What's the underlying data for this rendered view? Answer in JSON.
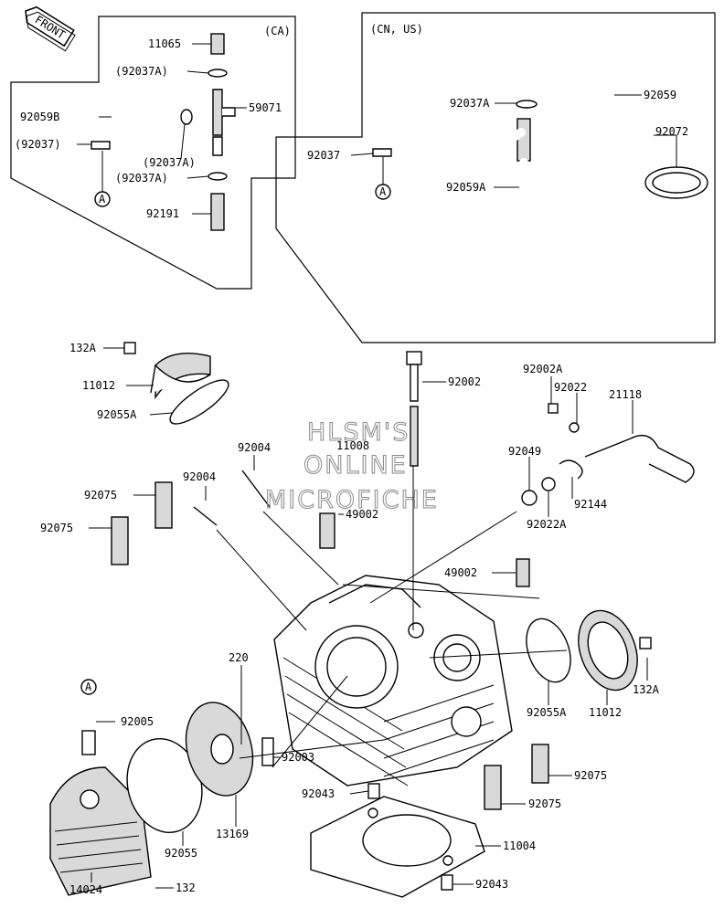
{
  "front_badge": "FRONT",
  "box_ca": {
    "region": "(CA)"
  },
  "box_cn": {
    "region": "(CN, US)"
  },
  "connector_ref": "A",
  "watermark": [
    "HLSM'S",
    "ONLINE",
    "MICROFICHE"
  ],
  "labels": {
    "l_11065": "11065",
    "l_92037A_ca1": "(92037A)",
    "l_92059B": "92059B",
    "l_59071": "59071",
    "l_92037_ca": "(92037)",
    "l_92037A_ca2": "(92037A)",
    "l_92037A_ca3": "(92037A)",
    "l_92191": "92191",
    "l_92037A_cn": "92037A",
    "l_92059": "92059",
    "l_92072": "92072",
    "l_92037_cn": "92037",
    "l_92059A": "92059A",
    "l_132A_1": "132A",
    "l_11012_1": "11012",
    "l_92055A_1": "92055A",
    "l_92002": "92002",
    "l_11008": "11008",
    "l_92002A": "92002A",
    "l_92022": "92022",
    "l_21118": "21118",
    "l_92004_1": "92004",
    "l_92049": "92049",
    "l_92004_2": "92004",
    "l_92075_1": "92075",
    "l_49002_1": "49002",
    "l_92144": "92144",
    "l_92022A": "92022A",
    "l_92075_2": "92075",
    "l_49002_2": "49002",
    "l_220": "220",
    "l_132A_2": "132A",
    "l_92005": "92005",
    "l_92055A_2": "92055A",
    "l_11012_2": "11012",
    "l_92003": "92003",
    "l_92075_3": "92075",
    "l_92043_1": "92043",
    "l_92075_4": "92075",
    "l_13169": "13169",
    "l_11004": "11004",
    "l_92055": "92055",
    "l_92043_2": "92043",
    "l_14024": "14024",
    "l_132": "132"
  }
}
